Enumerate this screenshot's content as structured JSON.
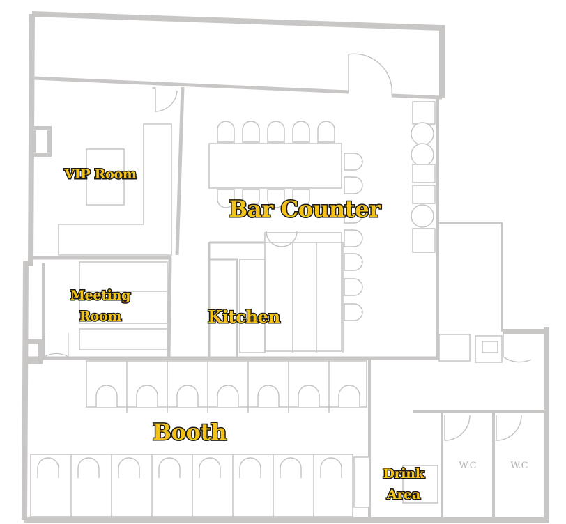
{
  "colors": {
    "wall": "#c9c6c6",
    "label_fill": "#f2c21b",
    "label_outline": "#1a1a1a",
    "wc_text": "#b3b0b0"
  },
  "rooms": {
    "vip": "VIP Room",
    "bar": "Bar Counter",
    "meeting_line1": "Meeting",
    "meeting_line2": "Room",
    "kitchen": "Kitchen",
    "booth": "Booth",
    "drink_line1": "Drink",
    "drink_line2": "Area",
    "wc1": "W.C",
    "wc2": "W.C"
  }
}
